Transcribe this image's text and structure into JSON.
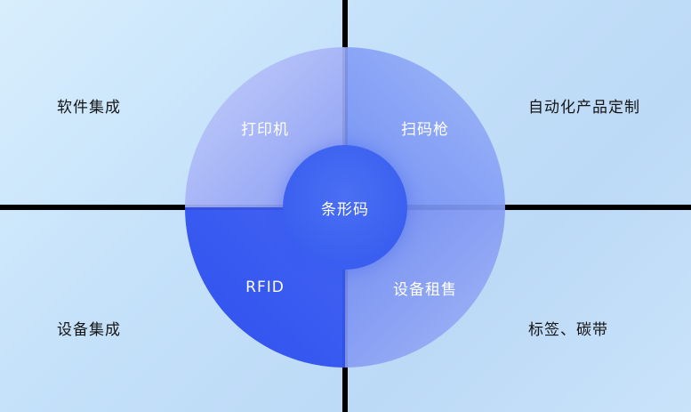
{
  "corners": {
    "top_left": "软件集成",
    "top_right": "自动化产品定制",
    "bottom_left": "设备集成",
    "bottom_right": "标签、碳带"
  },
  "circle": {
    "center_label": "条形码",
    "segments": [
      {
        "position": "top-left",
        "label": "打印机"
      },
      {
        "position": "top-right",
        "label": "扫码枪"
      },
      {
        "position": "bottom-left",
        "label": "RFID"
      },
      {
        "position": "bottom-right",
        "label": "设备租售"
      }
    ]
  },
  "colors": {
    "background": "#c6e2fa",
    "divider": "#000000",
    "segment_top_left": "#8d9ef1",
    "segment_top_right": "#7e9bf4",
    "segment_bottom_left": "#2c4fee",
    "segment_bottom_right": "#7e95f2",
    "center_circle": "#3a5ff0",
    "circle_text": "#ffffff",
    "corner_text": "#151515"
  }
}
